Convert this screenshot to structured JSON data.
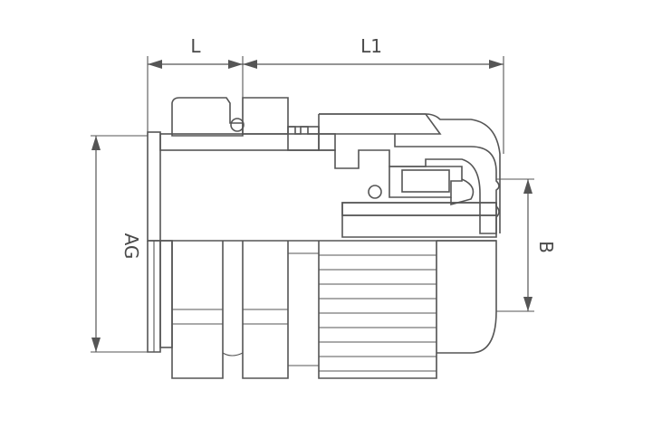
{
  "diagram": {
    "labels": {
      "length": "L",
      "length_1": "L1",
      "thread": "AG",
      "cable_range": "B"
    },
    "colors": {
      "line": "#555555",
      "background": "#ffffff"
    }
  }
}
